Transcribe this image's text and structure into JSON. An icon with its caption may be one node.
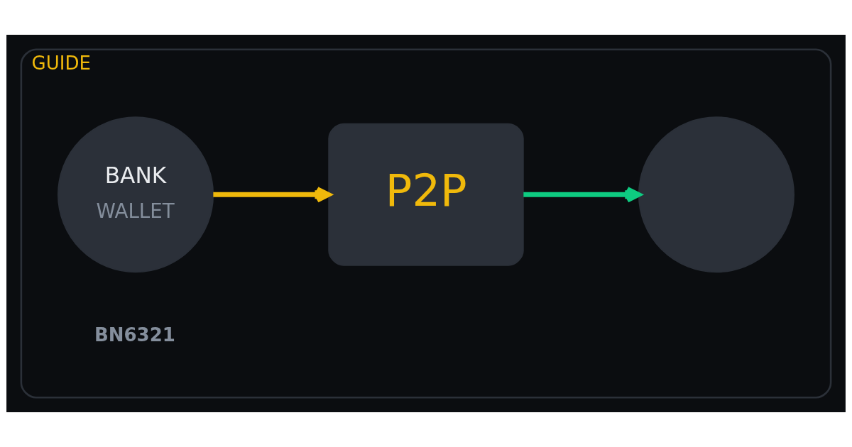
{
  "diagram": {
    "nodes": [
      {
        "text": [
          "GUIDE"
        ]
      },
      {
        "text": [
          "BANK",
          "WALLET"
        ],
        "in": 0
      },
      {
        "text": [
          "P2P"
        ],
        "in": 0
      },
      {
        "text": [],
        "shape": "circle",
        "in": 0
      }
    ],
    "edges": [
      {
        "from": 1,
        "to": 2,
        "arrow": "to",
        "color": "#f0b90b"
      },
      {
        "from": 2,
        "to": 3,
        "arrow": "to",
        "color": "#0ecb81"
      }
    ],
    "labels": [
      "BN6321"
    ]
  }
}
